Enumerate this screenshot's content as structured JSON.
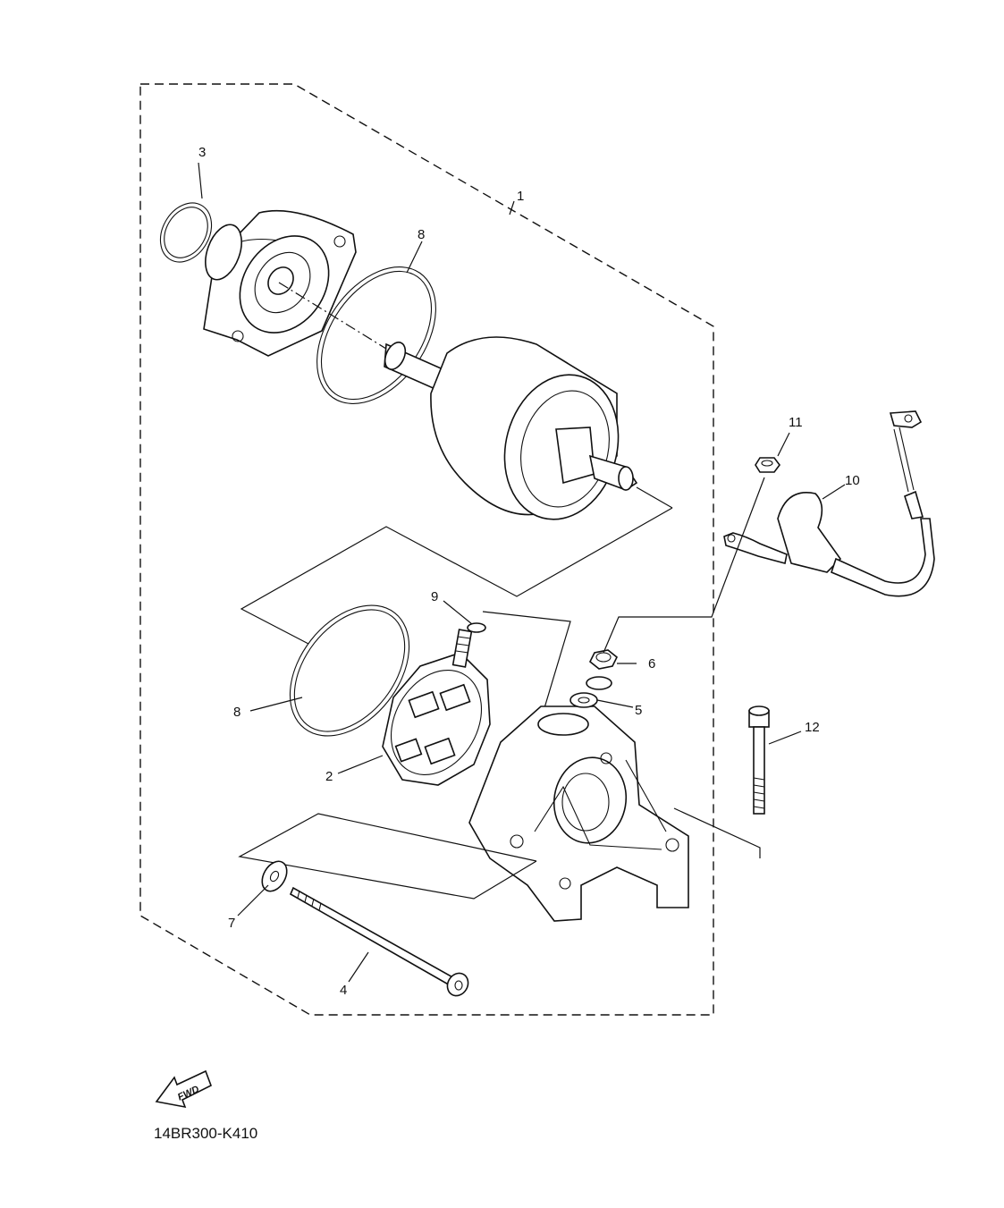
{
  "callouts": {
    "c1": "1",
    "c2": "2",
    "c3": "3",
    "c4": "4",
    "c5": "5",
    "c6": "6",
    "c7": "7",
    "c8a": "8",
    "c8b": "8",
    "c9": "9",
    "c10": "10",
    "c11": "11",
    "c12": "12"
  },
  "fwd_label": "FWD",
  "diagram_code": "14BR300-K410"
}
